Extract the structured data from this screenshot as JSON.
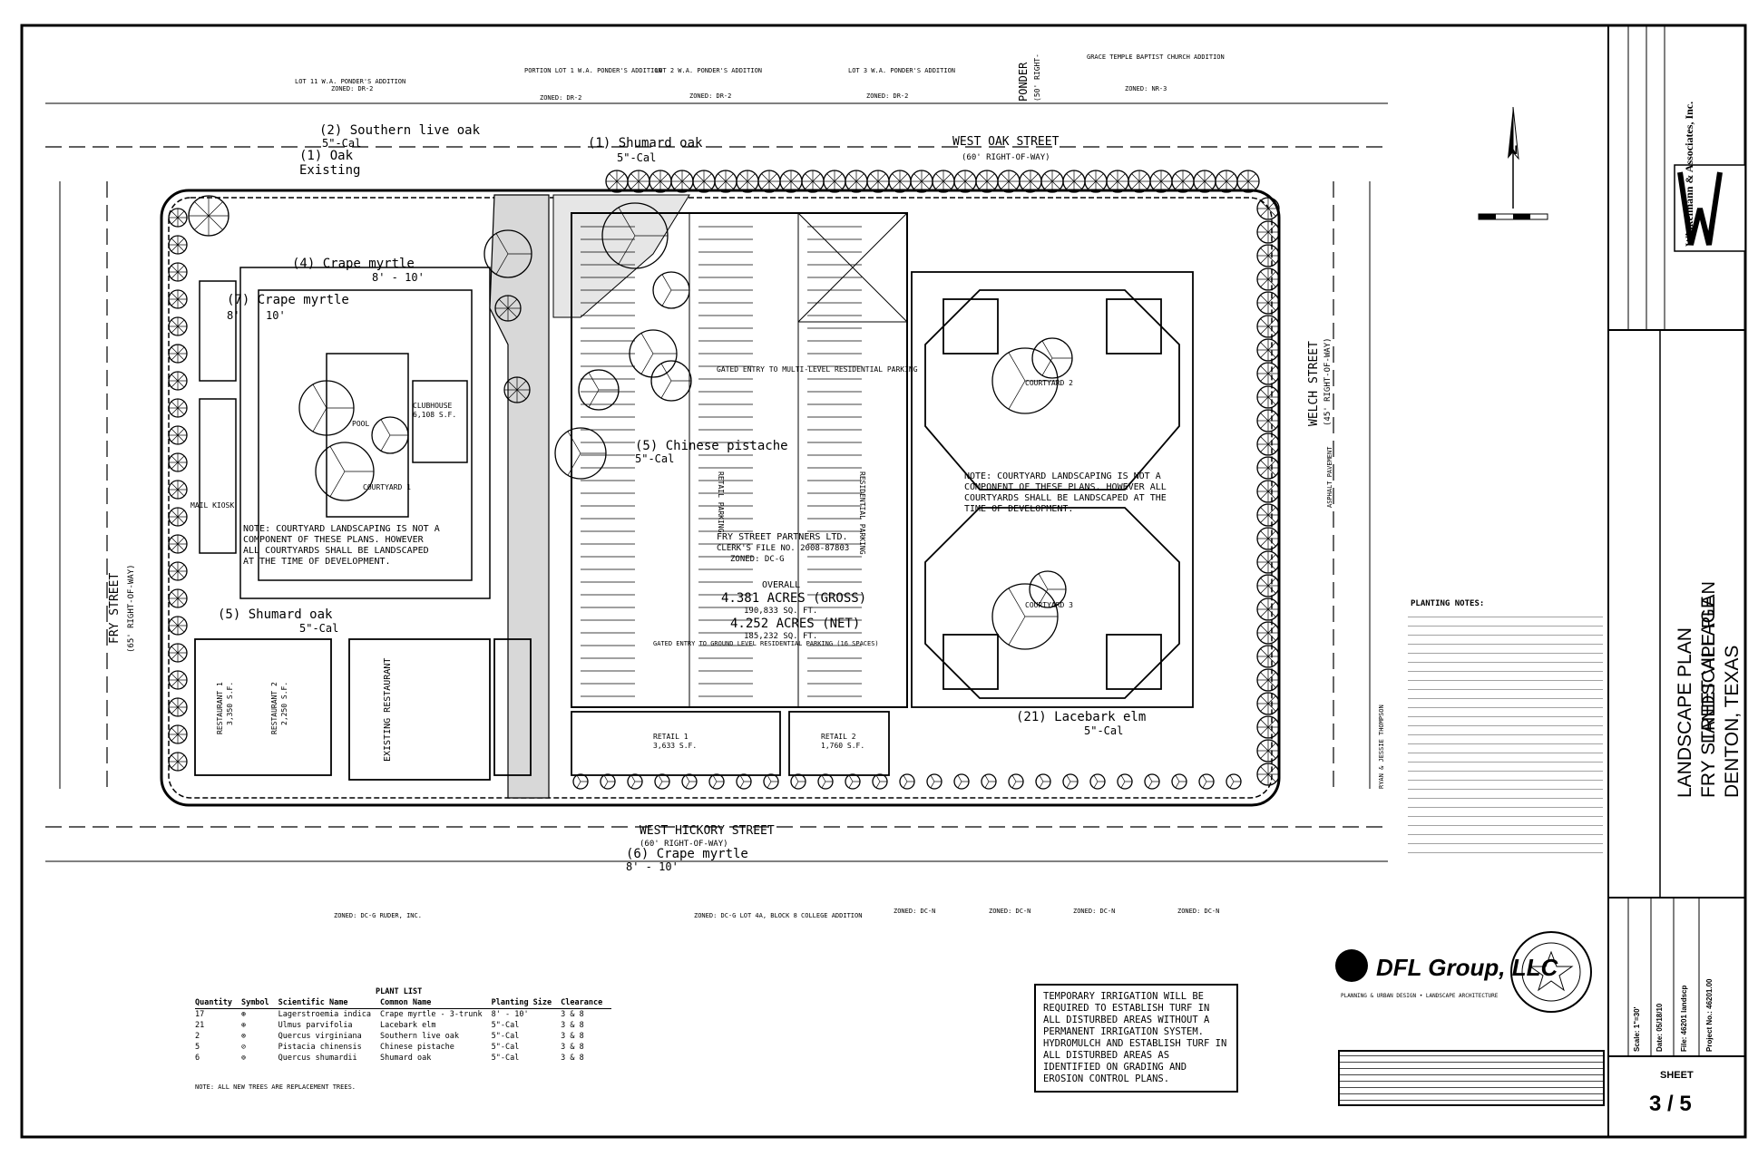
{
  "streets": {
    "north": "WEST OAK STREET",
    "north_row": "(60' RIGHT-OF-WAY)",
    "south": "WEST HICKORY STREET",
    "south_row": "(60' RIGHT-OF-WAY)",
    "west": "FRY STREET",
    "west_row": "(65' RIGHT-OF-WAY)",
    "east": "WELCH STREET",
    "east_row": "(45' RIGHT-OF-WAY)",
    "ponder": "PONDER",
    "ponder_row": "(50' RIGHT-"
  },
  "plant_callouts": {
    "southern_live_oak": "(2) Southern live oak",
    "southern_live_oak_size": "5\"-Cal",
    "oak_existing": "(1) Oak",
    "oak_existing_2": "Existing",
    "shumard_oak_top": "(1) Shumard oak",
    "shumard_oak_top_size": "5\"-Cal",
    "crape_myrtle_4": "(4) Crape myrtle",
    "crape_myrtle_4_size": "8' - 10'",
    "crape_myrtle_7": "(7) Crape myrtle",
    "crape_myrtle_7_size_a": "8'",
    "crape_myrtle_7_size_b": "10'",
    "chinese_pistache": "(5) Chinese pistache",
    "chinese_pistache_size": "5\"-Cal",
    "shumard_oak_5": "(5) Shumard oak",
    "shumard_oak_5_size": "5\"-Cal",
    "lacebark_elm": "(21) Lacebark elm",
    "lacebark_elm_size": "5\"-Cal",
    "crape_myrtle_6": "(6) Crape myrtle",
    "crape_myrtle_6_size": "8' - 10'"
  },
  "site": {
    "owner": "FRY STREET PARTNERS LTD.",
    "clerk": "CLERK'S FILE NO. 2008-87803",
    "zoned": "ZONED: DC-G",
    "overall": "OVERALL",
    "gross": "4.381 ACRES (GROSS)",
    "gross_sf": "190,833 SQ. FT.",
    "net": "4.252 ACRES (NET)",
    "net_sf": "185,232 SQ. FT.",
    "courtyard1": "COURTYARD 1",
    "courtyard2": "COURTYARD 2",
    "courtyard3": "COURTYARD 3",
    "pool": "POOL",
    "clubhouse": "CLUBHOUSE",
    "clubhouse_sf": "6,108 S.F.",
    "retail1": "RETAIL 1",
    "retail1_sf": "3,633 S.F.",
    "retail2": "RETAIL 2",
    "retail2_sf": "1,760 S.F.",
    "restaurant1": "RESTAURANT 1",
    "restaurant1_sf": "3,350 S.F.",
    "restaurant2": "RESTAURANT 2",
    "restaurant2_sf": "2,250 S.F.",
    "existing_restaurant": "EXISTING RESTAURANT",
    "mail": "MAIL KIOSK",
    "gated_entry": "GATED ENTRY TO MULTI-LEVEL RESIDENTIAL PARKING",
    "gated_entry_ground": "GATED ENTRY TO GROUND LEVEL RESIDENTIAL PARKING (16 SPACES)",
    "retail_parking": "RETAIL PARKING",
    "residential_parking": "RESIDENTIAL PARKING"
  },
  "notes": {
    "courtyard_note_east": "NOTE: COURTYARD LANDSCAPING IS NOT A COMPONENT OF THESE PLANS. HOWEVER ALL COURTYARDS SHALL BE LANDSCAPED AT THE TIME OF DEVELOPMENT.",
    "courtyard_note_west": "NOTE: COURTYARD LANDSCAPING IS NOT A COMPONENT OF THESE PLANS. HOWEVER ALL COURTYARDS SHALL BE LANDSCAPED AT THE TIME OF DEVELOPMENT.",
    "irrigation": "TEMPORARY IRRIGATION WILL BE REQUIRED TO ESTABLISH TURF IN ALL DISTURBED AREAS WITHOUT A PERMANENT IRRIGATION SYSTEM. HYDROMULCH AND ESTABLISH TURF IN ALL DISTURBED AREAS AS IDENTIFIED ON GRADING AND EROSION CONTROL PLANS.",
    "planting_notes_title": "PLANTING NOTES:"
  },
  "plant_list": {
    "title": "PLANT LIST",
    "headers": [
      "Quantity",
      "Symbol",
      "Scientific Name",
      "Common Name",
      "Planting Size",
      "Clearance"
    ],
    "rows": [
      [
        "17",
        "⊛",
        "Lagerstroemia indica",
        "Crape myrtle - 3-trunk",
        "8' - 10'",
        "3 & 8"
      ],
      [
        "21",
        "⊕",
        "Ulmus parvifolia",
        "Lacebark elm",
        "5\"-Cal",
        "3 & 8"
      ],
      [
        "2",
        "⊗",
        "Quercus virginiana",
        "Southern live oak",
        "5\"-Cal",
        "3 & 8"
      ],
      [
        "5",
        "⊘",
        "Pistacia chinensis",
        "Chinese pistache",
        "5\"-Cal",
        "3 & 8"
      ],
      [
        "6",
        "⊚",
        "Quercus shumardii",
        "Shumard oak",
        "5\"-Cal",
        "3 & 8"
      ]
    ],
    "footnote": "NOTE: ALL NEW TREES ARE REPLACEMENT TREES."
  },
  "title_block": {
    "title1": "LANDSCAPE PLAN",
    "title2": "FRY STREET VILLAGE",
    "title3": "DENTON, TEXAS",
    "firm": "Winkelmann & Associates, Inc.",
    "sheet_label": "SHEET",
    "sheet_number": "3 / 5",
    "scale": "Scale: 1\"=30'",
    "date": "Date: 05/18/10",
    "file": "File: 46201 landscp",
    "project": "Project No.: 46201.00"
  },
  "consultant": {
    "name": "DFL Group, LLC",
    "sub": "PLANNING & URBAN DESIGN • LANDSCAPE ARCHITECTURE"
  },
  "north_arrow": "N",
  "adjacent": {
    "lot_a": "LOT 11  W.A. PONDER'S ADDITION",
    "lot_a_zone": "ZONED: DR-2",
    "lot_b": "PORTION LOT 1  W.A. PONDER'S ADDITION",
    "lot_b_zone": "ZONED: DR-2",
    "lot_c": "LOT 2  W.A. PONDER'S ADDITION",
    "lot_c_zone": "ZONED: DR-2",
    "lot_d": "LOT 3  W.A. PONDER'S ADDITION",
    "lot_d_zone": "ZONED: DR-2",
    "church": "GRACE TEMPLE BAPTIST CHURCH ADDITION",
    "church_zone": "ZONED: NR-3",
    "south_a": "ZONED: DC-G  RUDER, INC.",
    "south_b": "ZONED: DC-G  LOT 4A, BLOCK 8  COLLEGE ADDITION",
    "south_c": "ZONED: DC-N",
    "south_d": "ZONED: DC-N",
    "south_e": "ZONED: DC-N",
    "south_f": "ZONED: DC-N",
    "east_owner": "RYAN & JESSIE THOMPSON",
    "asphalt": "ASPHALT PAVEMENT"
  }
}
